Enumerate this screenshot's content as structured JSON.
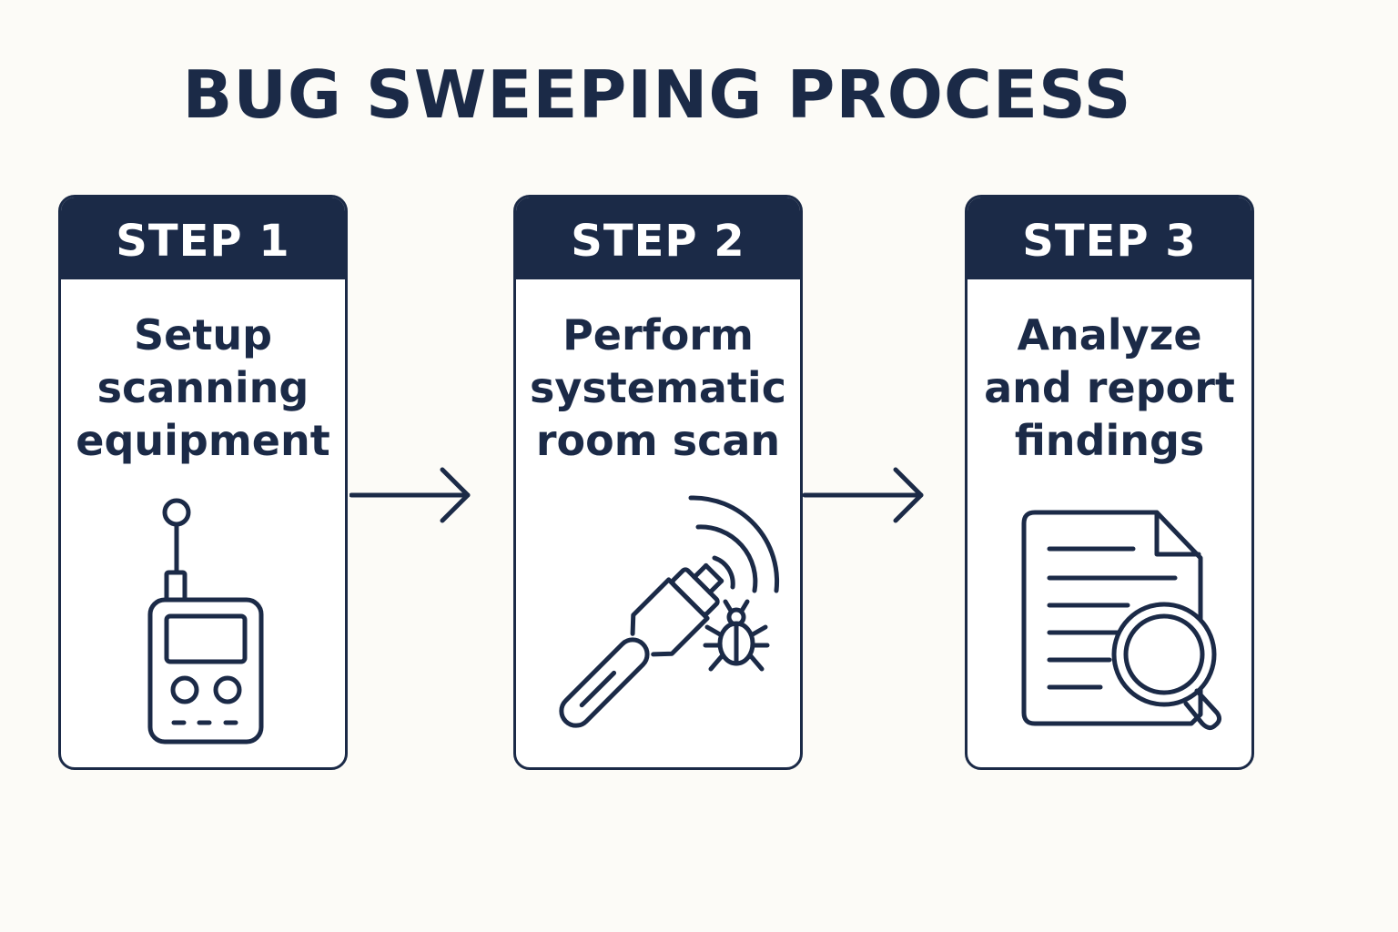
{
  "title": "BUG SWEEPING PROCESS",
  "steps": [
    {
      "header": "STEP 1",
      "lines": [
        "Setup",
        "scanning",
        "equipment"
      ],
      "icon": "scanner-device-icon"
    },
    {
      "header": "STEP 2",
      "lines": [
        "Perform",
        "systematic",
        "room scan"
      ],
      "icon": "flashlight-bug-detector-icon"
    },
    {
      "header": "STEP 3",
      "lines": [
        "Analyze",
        "and report",
        "findings"
      ],
      "icon": "document-magnifier-icon"
    }
  ],
  "colors": {
    "primary": "#1b2a47",
    "background": "#fcfbf7",
    "card": "#ffffff"
  }
}
